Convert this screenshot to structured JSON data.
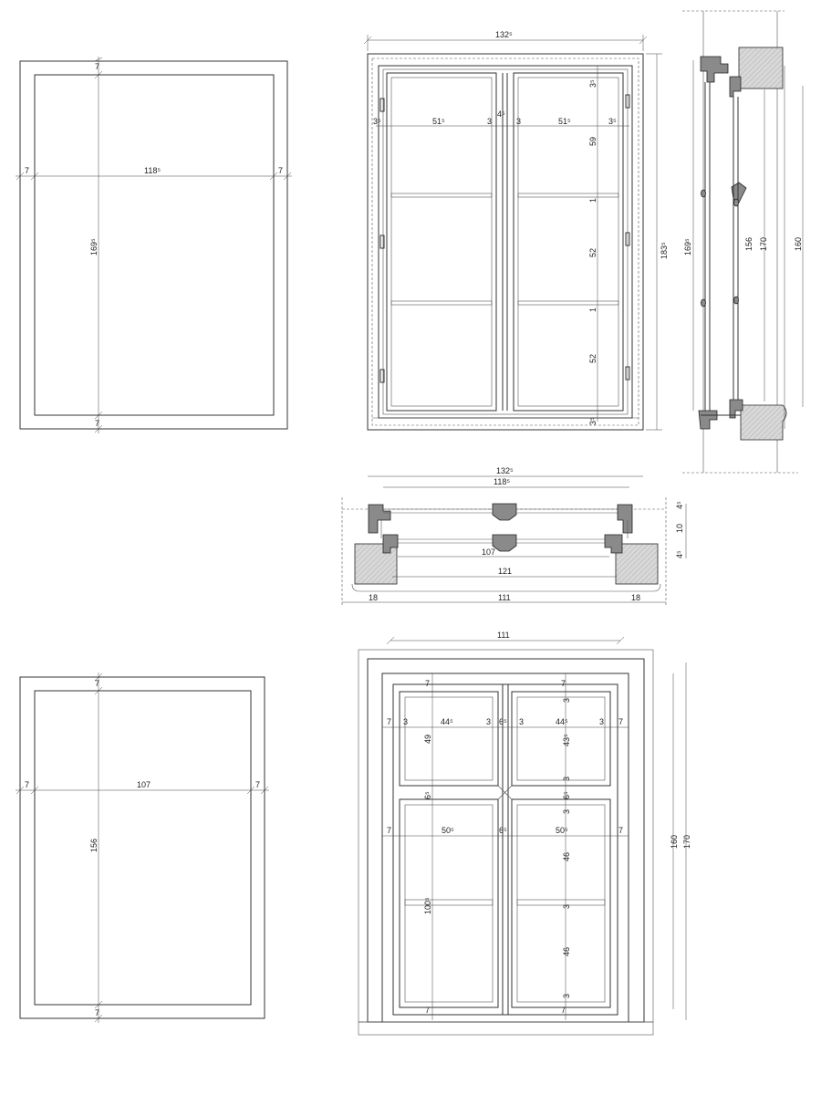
{
  "plan_a": {
    "top": "7",
    "bottom": "7",
    "left": "7",
    "right": "7",
    "width": "118⁵",
    "height": "169⁵"
  },
  "elev_a": {
    "overall_width": "132⁵",
    "overall_height": "183⁵",
    "mullion": "4⁵",
    "left_margin": "3⁵",
    "sash_left": "51⁵",
    "sash_right": "51⁵",
    "jamb_a": "3",
    "jamb_b": "3",
    "right_margin": "3⁵",
    "top_margin": "3⁵",
    "pane_1": "59",
    "bar_1": "1",
    "pane_2": "52",
    "bar_2": "1",
    "pane_3": "52",
    "bottom_margin": "3⁵"
  },
  "section_v": {
    "h1": "169⁵",
    "h2": "156",
    "h3": "170",
    "h4": "160"
  },
  "section_h": {
    "w1": "132⁵",
    "w2": "118⁵",
    "d1": "4⁵",
    "d2": "10",
    "d3": "4⁵",
    "w3": "107",
    "w4": "121",
    "s1": "18",
    "s2": "111",
    "s3": "18"
  },
  "plan_b": {
    "top": "7",
    "bottom": "7",
    "left": "7",
    "right": "7",
    "width": "107",
    "height": "156"
  },
  "elev_b": {
    "overall_width": "111",
    "top_l": "7",
    "top_r": "7",
    "l1": "7",
    "l2": "3",
    "l3": "44⁵",
    "l4": "3",
    "l5": "6⁵",
    "l6": "3",
    "l7": "44⁵",
    "l8": "3",
    "l9": "7",
    "v_upper": "49",
    "r_u1": "3",
    "r_u2": "43⁵",
    "r_u3": "3",
    "mid_l": "6⁵",
    "mid_r": "6⁵",
    "mid_r3": "3",
    "m1": "7",
    "m2": "50⁵",
    "m3": "6⁵",
    "m4": "50⁵",
    "m5": "7",
    "v_lower": "100⁵",
    "r_l1": "46",
    "r_l2": "3",
    "r_l3": "46",
    "r_l4": "3",
    "bot_l": "7",
    "bot_r": "7",
    "h_160": "160",
    "h_170": "170"
  }
}
